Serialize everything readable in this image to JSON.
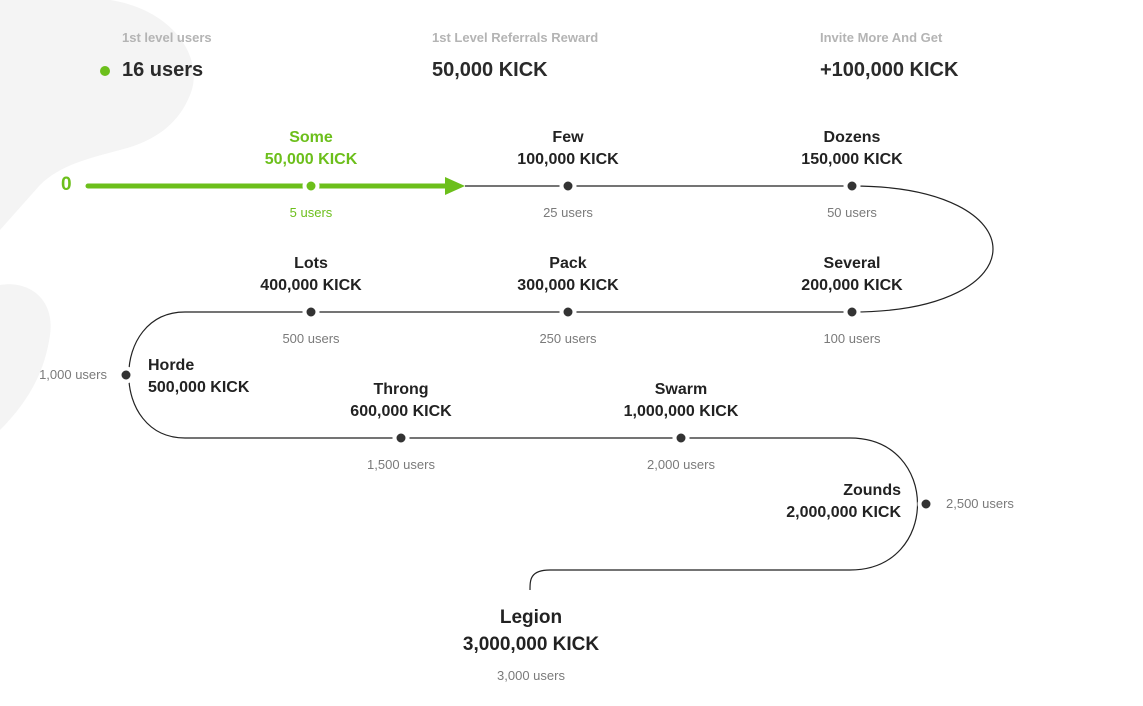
{
  "stats": [
    {
      "label": "1st level users",
      "value": "16 users"
    },
    {
      "label": "1st Level Referrals Reward",
      "value": "50,000 KICK"
    },
    {
      "label": "Invite More And Get",
      "value": "+100,000 KICK"
    }
  ],
  "start_label": "0",
  "tiers": [
    {
      "name": "Some",
      "reward": "50,000 KICK",
      "users": "5 users",
      "active": true
    },
    {
      "name": "Few",
      "reward": "100,000 KICK",
      "users": "25 users",
      "active": false
    },
    {
      "name": "Dozens",
      "reward": "150,000 KICK",
      "users": "50 users",
      "active": false
    },
    {
      "name": "Several",
      "reward": "200,000 KICK",
      "users": "100 users",
      "active": false
    },
    {
      "name": "Pack",
      "reward": "300,000 KICK",
      "users": "250 users",
      "active": false
    },
    {
      "name": "Lots",
      "reward": "400,000 KICK",
      "users": "500 users",
      "active": false
    },
    {
      "name": "Horde",
      "reward": "500,000 KICK",
      "users": "1,000 users",
      "active": false
    },
    {
      "name": "Throng",
      "reward": "600,000 KICK",
      "users": "1,500 users",
      "active": false
    },
    {
      "name": "Swarm",
      "reward": "1,000,000 KICK",
      "users": "2,000 users",
      "active": false
    },
    {
      "name": "Zounds",
      "reward": "2,000,000 KICK",
      "users": "2,500 users",
      "active": false
    },
    {
      "name": "Legion",
      "reward": "3,000,000 KICK",
      "users": "3,000 users",
      "active": false
    }
  ],
  "colors": {
    "accent": "#6cbf1b",
    "node": "#333333",
    "line": "#222222"
  }
}
